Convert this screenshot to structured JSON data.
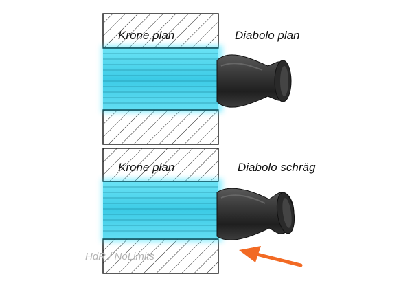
{
  "panels": [
    {
      "left_label": "Krone plan",
      "right_label": "Diabolo plan"
    },
    {
      "left_label": "Krone plan",
      "right_label": "Diabolo schräg"
    }
  ],
  "watermark": "HdR / NoLimits",
  "colors": {
    "barrel_hatch": "#222222",
    "bore_cyan": "#4fd4ec",
    "bore_glow": "#39e2ff",
    "pellet_dark": "#2b2b2b",
    "arrow": "#f26a24"
  },
  "icons": [
    "pellet-icon",
    "arrow-icon"
  ]
}
